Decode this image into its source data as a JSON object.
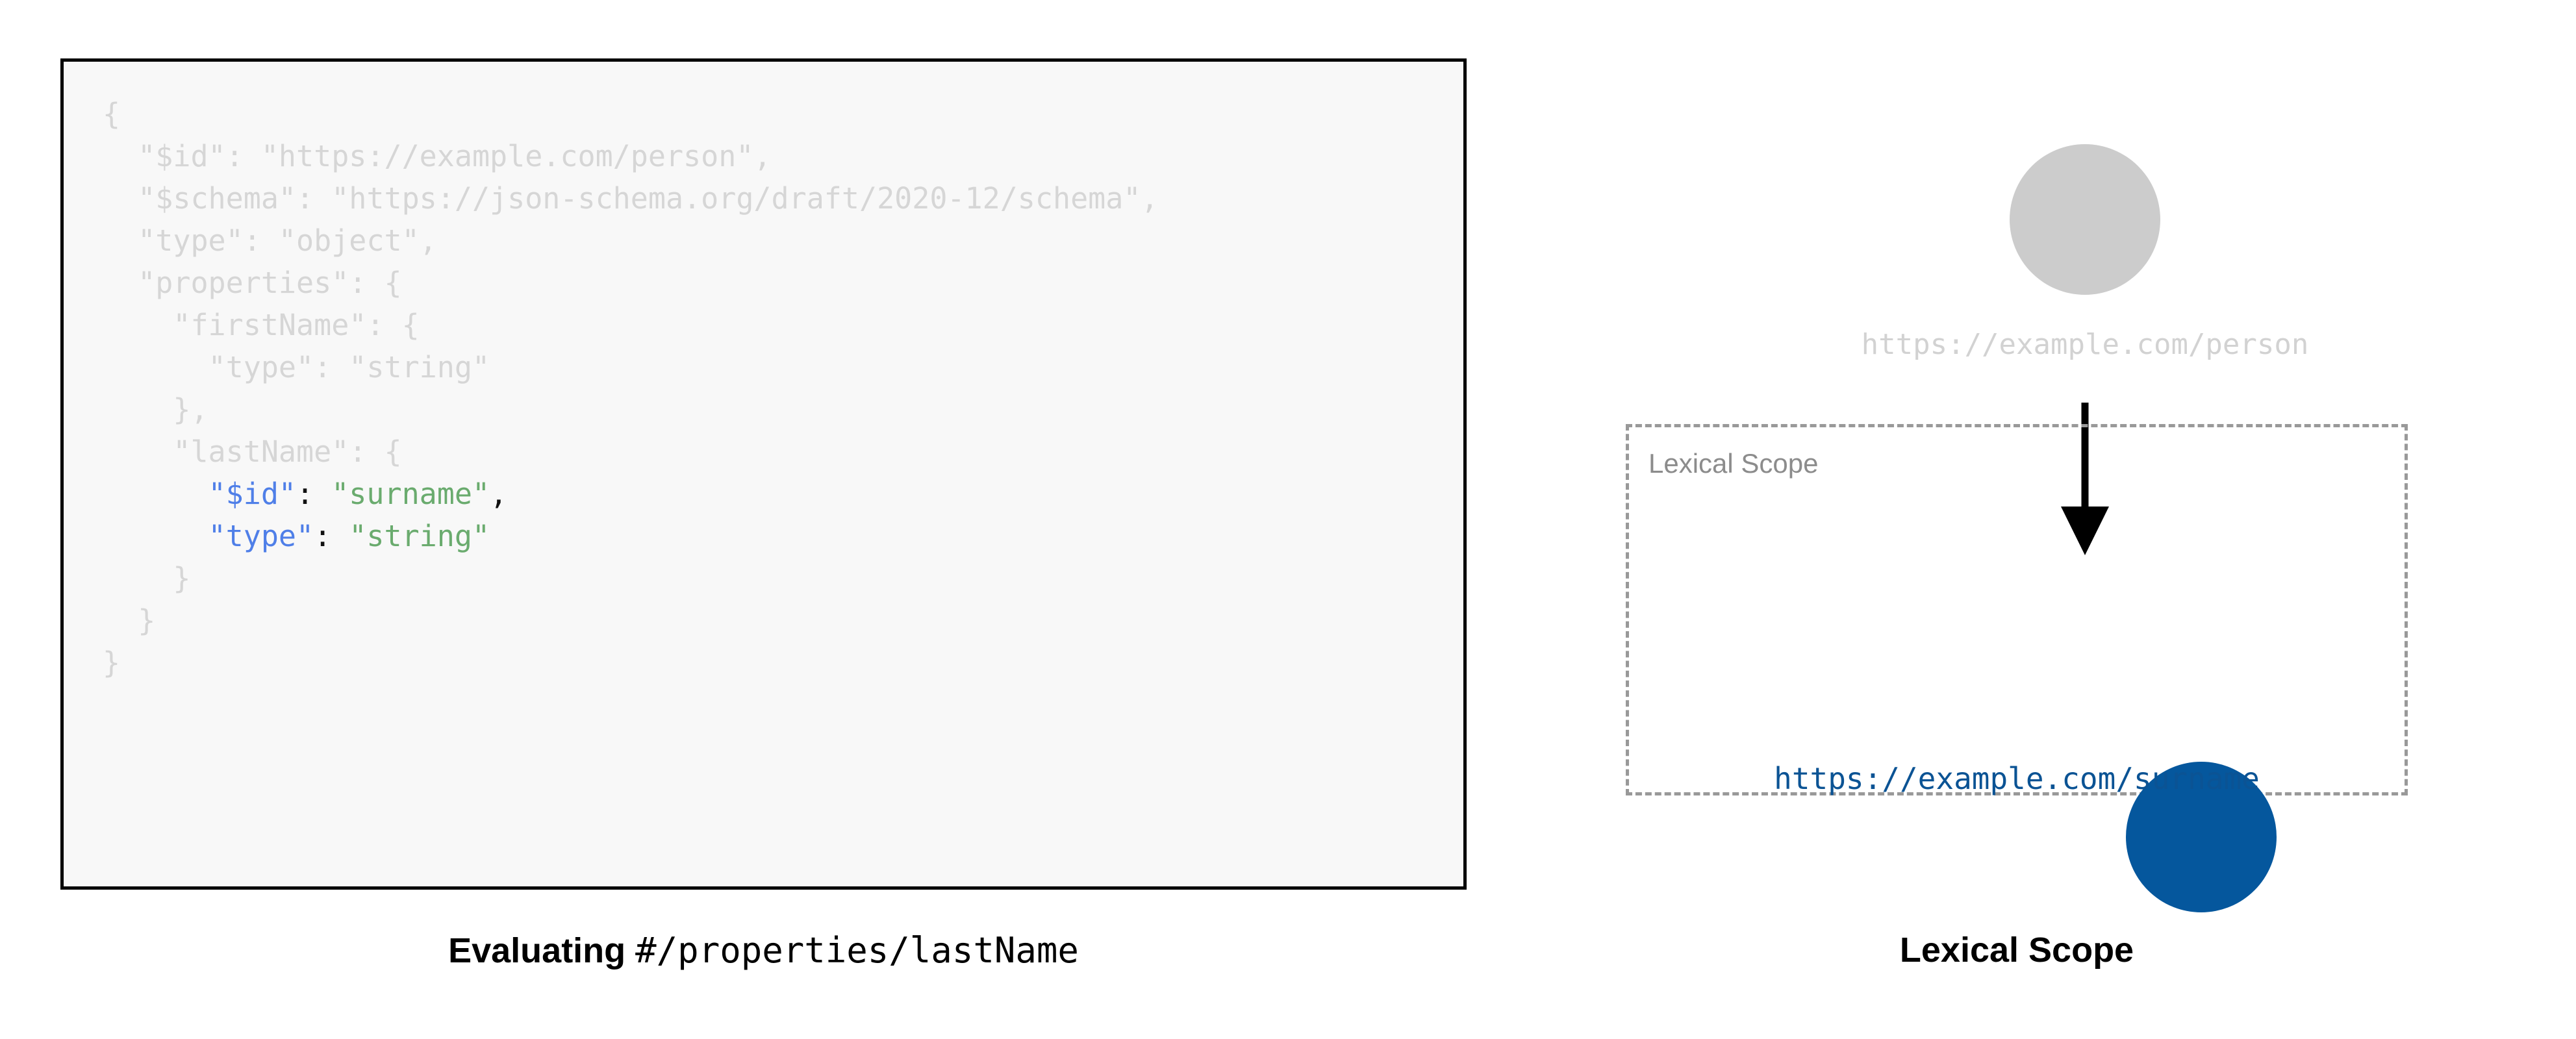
{
  "colors": {
    "dimmed_code": "#d6d6d6",
    "code_key_blue": "#4f7fe8",
    "code_string_green": "#6aab6e",
    "code_punctuation": "#111111",
    "code_background": "#f8f8f8",
    "code_border": "#000000",
    "inactive_node": "#cccccc",
    "active_node": "#05579d",
    "active_label": "#0b5394",
    "scope_border": "#999999",
    "scope_label": "#8c8c8c",
    "arrow": "#000000"
  },
  "left": {
    "caption": {
      "bold_text": "Evaluating ",
      "mono_text": "#/properties/lastName"
    },
    "code": {
      "language": "json",
      "lines": [
        {
          "indent": 0,
          "tokens": [
            {
              "text": "{",
              "style": "dim"
            }
          ]
        },
        {
          "indent": 1,
          "tokens": [
            {
              "text": "\"$id\": \"https://example.com/person\",",
              "style": "dim"
            }
          ]
        },
        {
          "indent": 1,
          "tokens": [
            {
              "text": "\"$schema\": \"https://json-schema.org/draft/2020-12/schema\",",
              "style": "dim"
            }
          ]
        },
        {
          "indent": 1,
          "tokens": [
            {
              "text": "\"type\": \"object\",",
              "style": "dim"
            }
          ]
        },
        {
          "indent": 1,
          "tokens": [
            {
              "text": "\"properties\": {",
              "style": "dim"
            }
          ]
        },
        {
          "indent": 2,
          "tokens": [
            {
              "text": "\"firstName\": {",
              "style": "dim"
            }
          ]
        },
        {
          "indent": 3,
          "tokens": [
            {
              "text": "\"type\": \"string\"",
              "style": "dim"
            }
          ]
        },
        {
          "indent": 2,
          "tokens": [
            {
              "text": "},",
              "style": "dim"
            }
          ]
        },
        {
          "indent": 2,
          "tokens": [
            {
              "text": "\"lastName\": {",
              "style": "dim"
            }
          ]
        },
        {
          "indent": 3,
          "tokens": [
            {
              "text": "\"$id\"",
              "style": "key"
            },
            {
              "text": ": ",
              "style": "punc"
            },
            {
              "text": "\"surname\"",
              "style": "str"
            },
            {
              "text": ",",
              "style": "punc"
            }
          ]
        },
        {
          "indent": 3,
          "tokens": [
            {
              "text": "\"type\"",
              "style": "key"
            },
            {
              "text": ": ",
              "style": "punc"
            },
            {
              "text": "\"string\"",
              "style": "str"
            }
          ]
        },
        {
          "indent": 2,
          "tokens": [
            {
              "text": "}",
              "style": "dim"
            }
          ]
        },
        {
          "indent": 1,
          "tokens": [
            {
              "text": "}",
              "style": "dim"
            }
          ]
        },
        {
          "indent": 0,
          "tokens": [
            {
              "text": "}",
              "style": "dim"
            }
          ]
        }
      ]
    }
  },
  "right": {
    "caption": "Lexical Scope",
    "parent_node": {
      "label": "https://example.com/person",
      "state": "inactive"
    },
    "scope": {
      "box_label": "Lexical Scope",
      "child_node": {
        "label": "https://example.com/surname",
        "state": "active"
      }
    }
  }
}
